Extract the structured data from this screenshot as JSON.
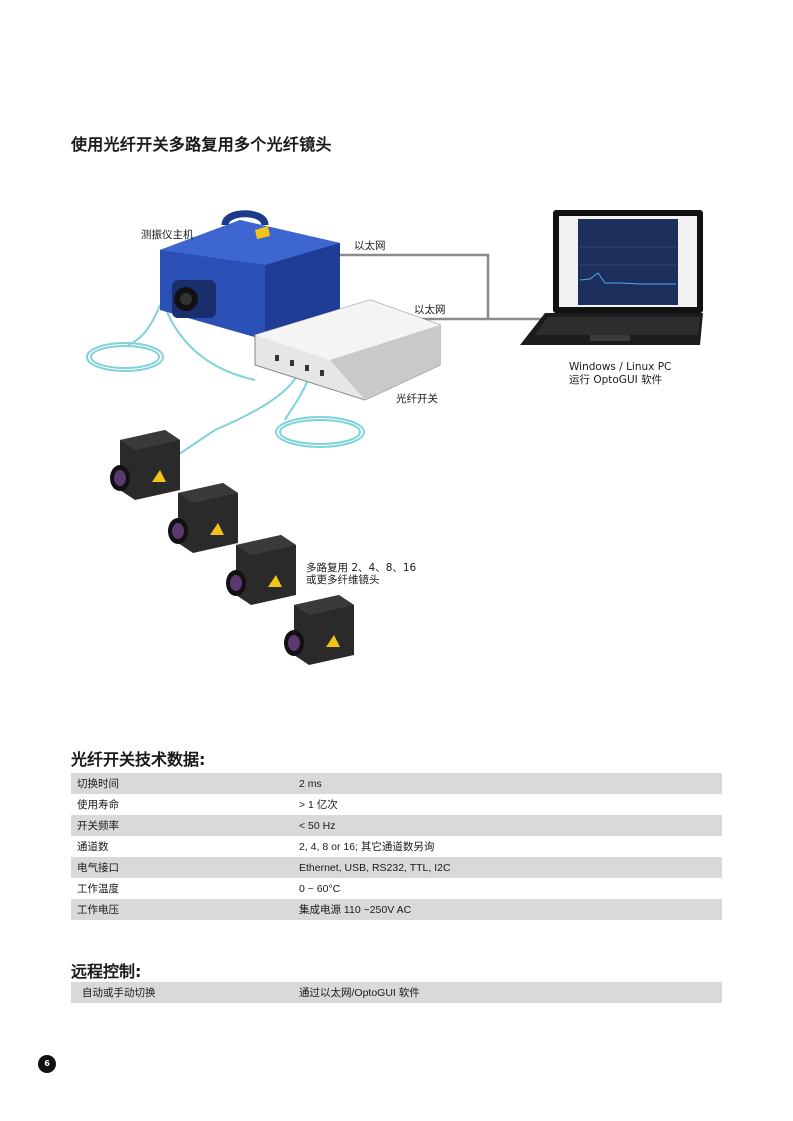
{
  "page_title": "使用光纤开关多路复用多个光纤镜头",
  "diagram": {
    "vibrometer_label": "测振仪主机",
    "ethernet_label_top": "以太网",
    "ethernet_label_mid": "以太网",
    "pc_label_line1": "Windows / Linux PC",
    "pc_label_line2": "运行 OptoGUI 软件",
    "switch_label": "光纤开关",
    "multiplex_line1": "多路复用 2、4、8、16",
    "multiplex_line2": "或更多纤维镜头"
  },
  "spec_section": {
    "title": "光纤开关技术数据:",
    "rows": [
      {
        "key": "切换时间",
        "value": "2 ms"
      },
      {
        "key": "使用寿命",
        "value": "> 1 亿次"
      },
      {
        "key": "开关频率",
        "value": "< 50 Hz"
      },
      {
        "key": "通道数",
        "value": "2, 4, 8 or 16; 其它通道数另询"
      },
      {
        "key": "电气接口",
        "value": "Ethernet, USB, RS232, TTL, I2C"
      },
      {
        "key": "工作温度",
        "value": "0 ~ 60°C"
      },
      {
        "key": "工作电压",
        "value": "集成电源 110 ~250V AC"
      }
    ]
  },
  "remote_section": {
    "title": "远程控制:",
    "rows": [
      {
        "key": "自动或手动切换",
        "value": "通过以太网/OptoGUI 软件"
      }
    ]
  },
  "page_number": "6",
  "colors": {
    "vibrometer_blue": "#2a4fb5",
    "fiber_cyan": "#7fd3d8",
    "cable_gray": "#8c8c8c",
    "row_shade": "#d9d9d9"
  }
}
